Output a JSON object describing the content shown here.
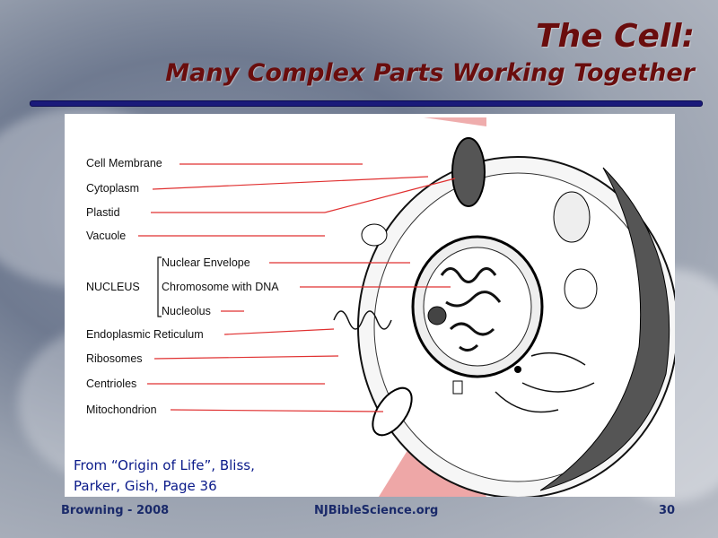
{
  "slide": {
    "title": "The Cell:",
    "subtitle": "Many Complex Parts Working Together"
  },
  "diagram": {
    "labels": {
      "cell_membrane": "Cell Membrane",
      "cytoplasm": "Cytoplasm",
      "plastid": "Plastid",
      "vacuole": "Vacuole",
      "nucleus": "NUCLEUS",
      "nuclear_envelope": "Nuclear Envelope",
      "chromosome": "Chromosome with DNA",
      "nucleolus": "Nucleolus",
      "er": "Endoplasmic Reticulum",
      "ribosomes": "Ribosomes",
      "centrioles": "Centrioles",
      "mitochondrion": "Mitochondrion"
    },
    "citation_line1": "From “Origin of Life”, Bliss,",
    "citation_line2": "Parker, Gish, Page 36",
    "colors": {
      "label_lines": "#e03030",
      "highlight": "#e88a8a",
      "title": "#6a0d0d",
      "rule": "#1a1a7a"
    }
  },
  "footer": {
    "left": "Browning - 2008",
    "center": "NJBibleScience.org",
    "page": "30"
  }
}
